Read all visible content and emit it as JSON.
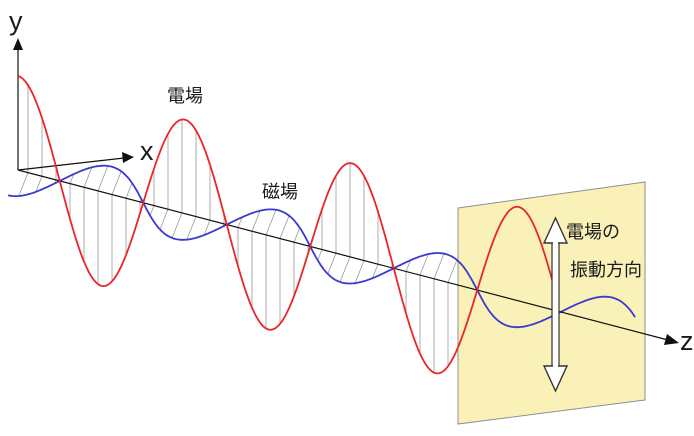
{
  "axes": {
    "y": "y",
    "x": "x",
    "z": "z"
  },
  "labels": {
    "electric_field": "電場",
    "magnetic_field": "磁場",
    "direction_line1": "電場の",
    "direction_line2": "振動方向"
  },
  "colors": {
    "electric_wave": "#e8262c",
    "magnetic_wave": "#3a3ad0",
    "screen_fill": "#f9f1b8",
    "screen_edge": "#8f8f8f",
    "axis": "#111111",
    "arrow": "#333333"
  }
}
